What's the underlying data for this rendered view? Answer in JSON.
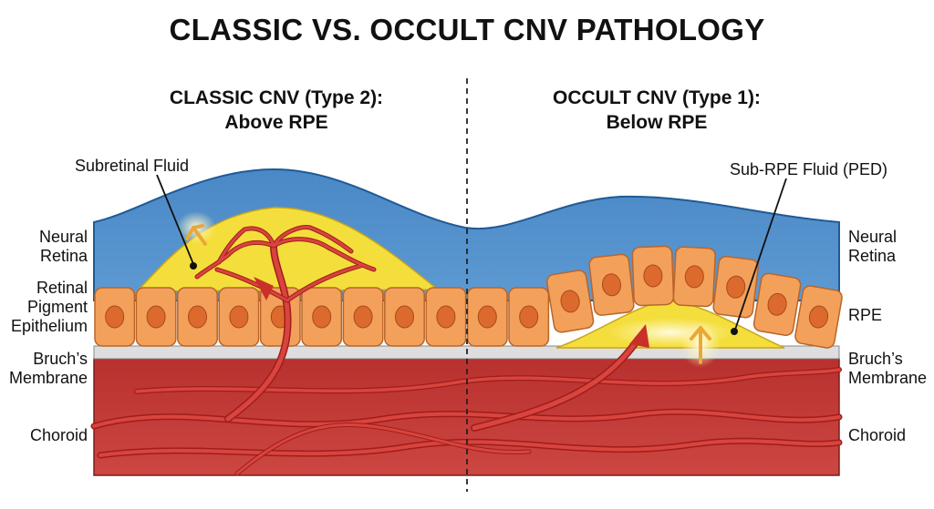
{
  "title": "CLASSIC VS. OCCULT CNV PATHOLOGY",
  "panels": {
    "classic": {
      "title_line1": "CLASSIC CNV (Type 2):",
      "title_line2": "Above RPE",
      "callout": "Subretinal Fluid"
    },
    "occult": {
      "title_line1": "OCCULT CNV (Type 1):",
      "title_line2": "Below RPE",
      "callout": "Sub-RPE Fluid (PED)"
    }
  },
  "left_labels": {
    "neural_retina": [
      "Neural",
      "Retina"
    ],
    "rpe": [
      "Retinal",
      "Pigment",
      "Epithelium"
    ],
    "bruchs": [
      "Bruch’s",
      "Membrane"
    ],
    "choroid": "Choroid"
  },
  "right_labels": {
    "neural_retina": [
      "Neural",
      "Retina"
    ],
    "rpe": "RPE",
    "bruchs": [
      "Bruch’s",
      "Membrane"
    ],
    "choroid": "Choroid"
  },
  "colors": {
    "retina": "#4f8fcb",
    "retina_edge": "#1f5a96",
    "fluid": "#f4de3c",
    "rpe_cell": "#f3a05a",
    "rpe_nucleus": "#dc6a2c",
    "bruchs": "#d9d9d9",
    "choroid": "#c23532",
    "vessel": "#c9302a"
  }
}
